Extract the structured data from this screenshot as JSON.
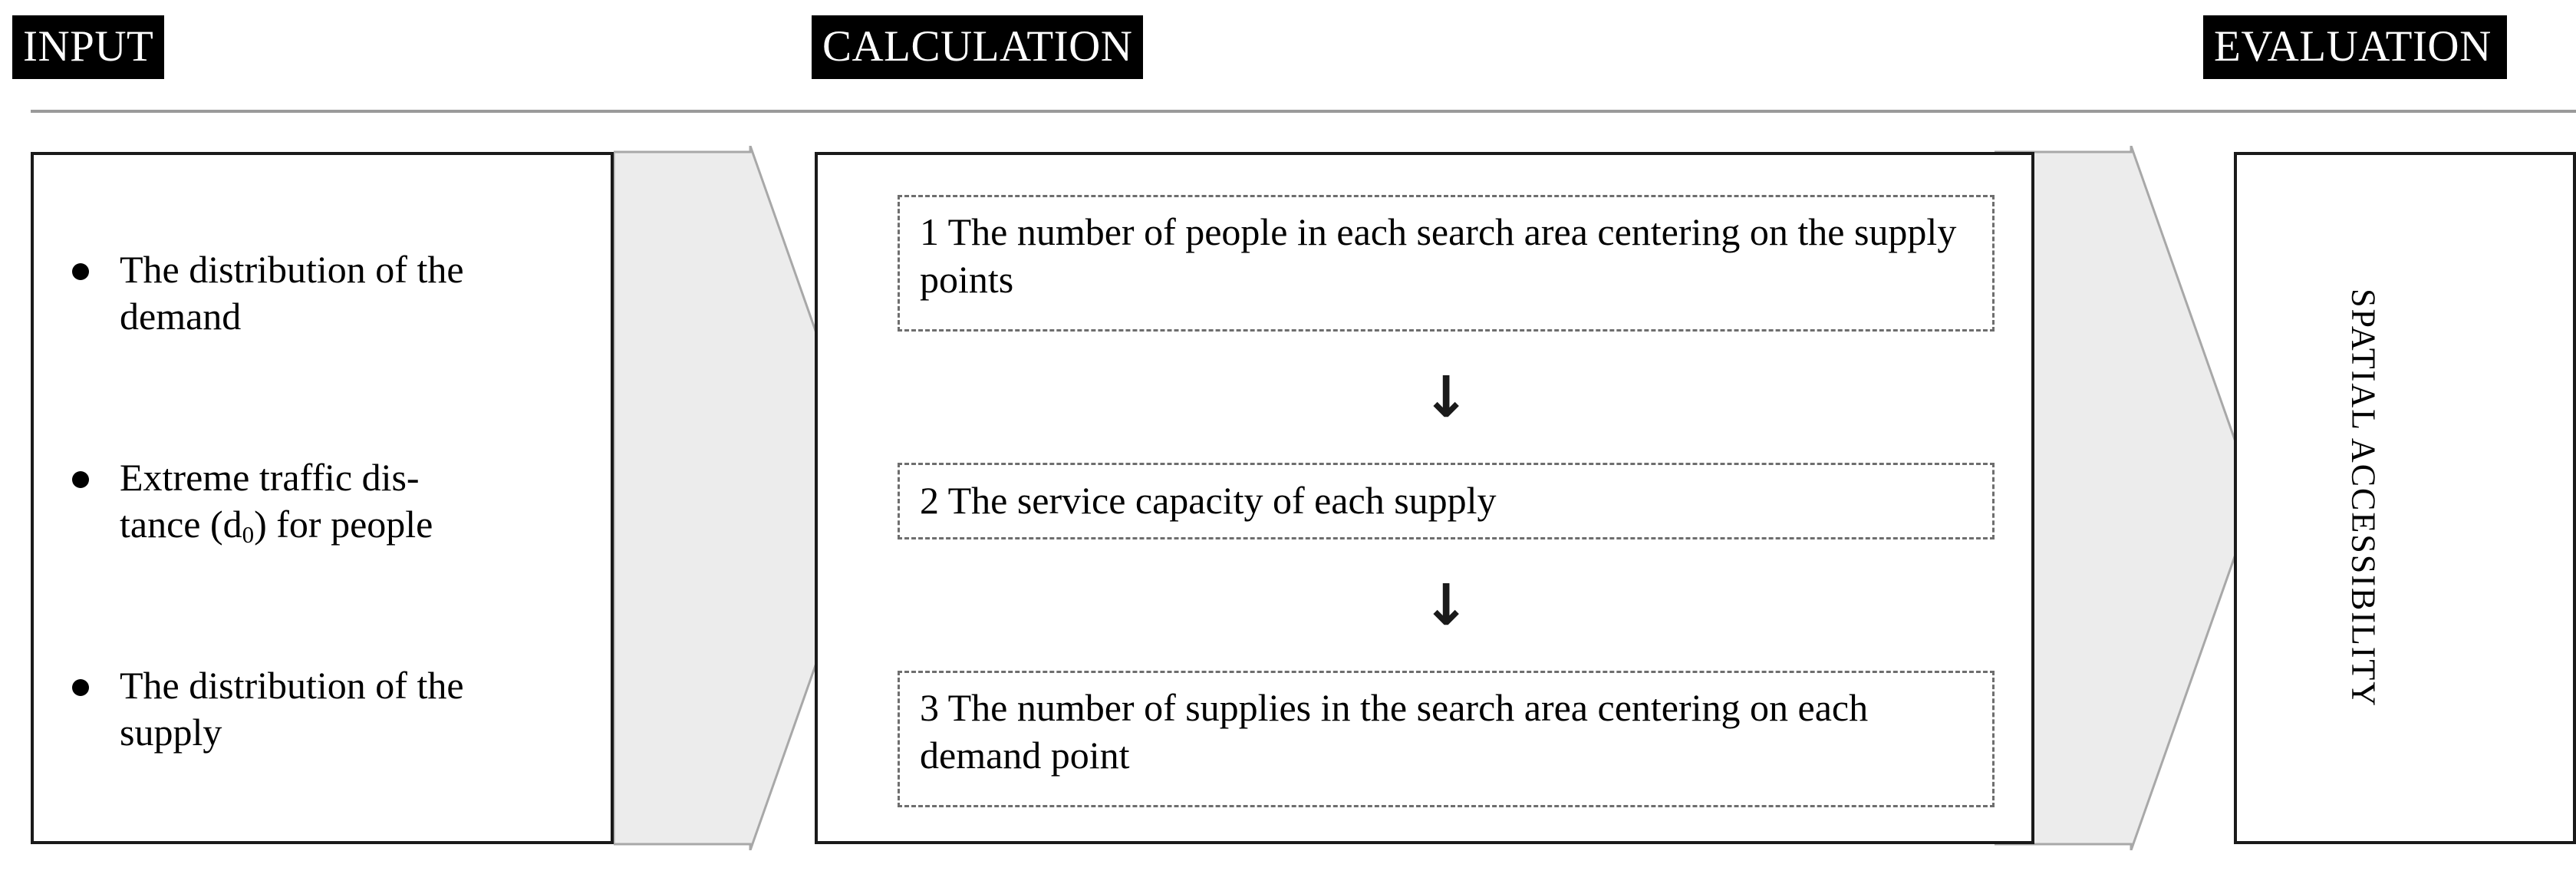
{
  "diagram": {
    "title_flow": [
      "INPUT",
      "CALCULATION",
      "EVALUATION"
    ],
    "headers": {
      "input": "INPUT",
      "calculation": "CALCULATION",
      "evaluation": "EVALUATION"
    },
    "input_panel": {
      "bullets": [
        {
          "line1": "The distribution of",
          "line2": "the demand",
          "full": "The distribution of the demand"
        },
        {
          "prefix": "Extreme traffic dis-",
          "line2_a": "tance (d",
          "sub": "0",
          "line2_b": ") for people",
          "full": "Extreme traffic distance (d0) for people"
        },
        {
          "line1": "The distribution of",
          "line2": "the supply",
          "full": "The distribution of the supply"
        }
      ]
    },
    "calculation_panel": {
      "steps": [
        {
          "number": "1",
          "text": "1 The number of people in each search area centering on the supply points"
        },
        {
          "number": "2",
          "text": "2 The service capacity of each supply"
        },
        {
          "number": "3",
          "text": "3 The number of supplies in the search area centering on each demand point"
        }
      ],
      "connector_glyph": "↓"
    },
    "evaluation_panel": {
      "vertical_label": "SPATIAL ACCESSIBILITY"
    },
    "colors": {
      "header_background": "#000000",
      "header_text": "#ffffff",
      "panel_border": "#1a1a1a",
      "step_border": "#6e6e6e",
      "arrow_fill": "#ececec",
      "arrow_stroke": "#a8a8a8",
      "rule": "#9a9a9a",
      "page_background": "#ffffff"
    }
  }
}
